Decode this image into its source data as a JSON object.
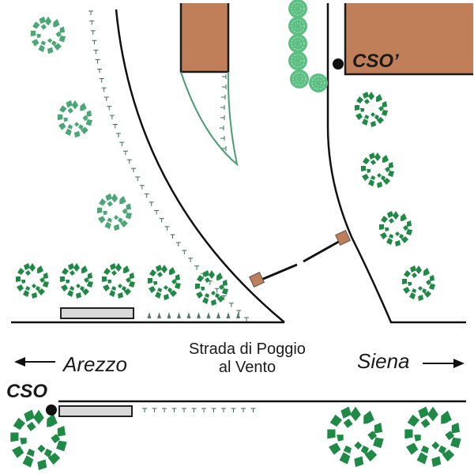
{
  "labels": {
    "street_line1": "Strada di Poggio",
    "street_line2": "al Vento",
    "west_city": "Arezzo",
    "east_city": "Siena",
    "cso_main": "CSO",
    "cso_prime": "CSO’"
  },
  "colors": {
    "building": "#c07f59",
    "tree_dark": "#1f8a45",
    "tree_light": "#4aa876",
    "hedge": "#5cbf82",
    "road_line": "#111111",
    "bench": "#d9d9d9"
  },
  "legend_icons": [
    "building",
    "tree",
    "hedge",
    "bench",
    "bollard-row",
    "camera-link",
    "sensor-box"
  ]
}
